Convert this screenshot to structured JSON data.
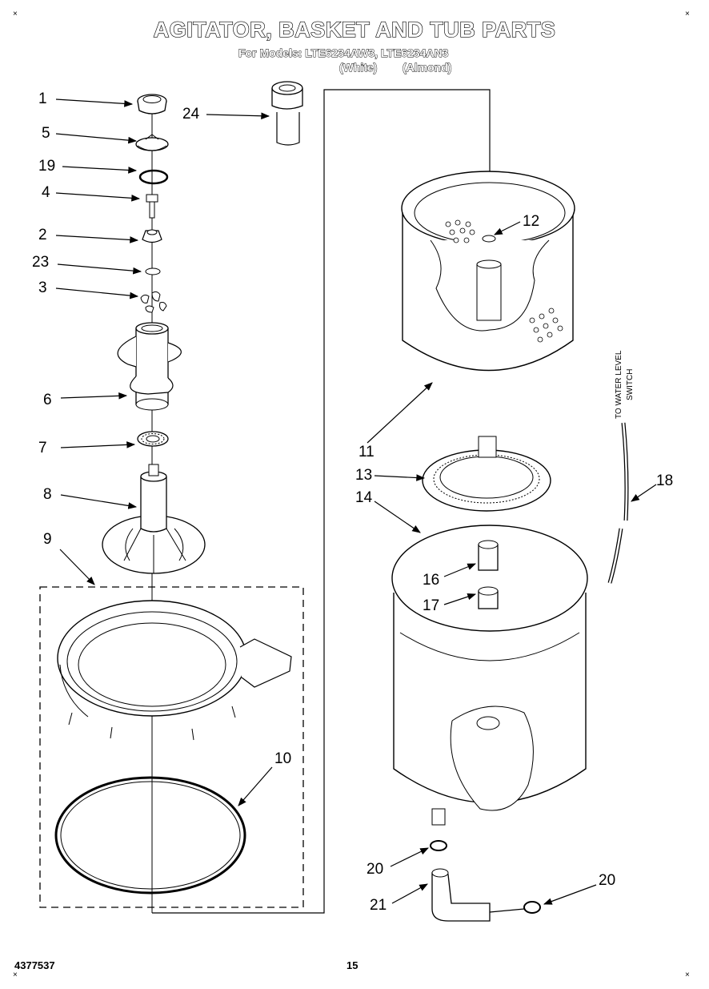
{
  "header": {
    "title": "AGITATOR, BASKET AND TUB PARTS",
    "models_line": "For Models: LTE6234AW3, LTE6234AN3",
    "color_white": "(White)",
    "color_almond": "(Almond)"
  },
  "side_note": {
    "line1": "TO WATER LEVEL",
    "line2": "SWITCH"
  },
  "callouts": {
    "c1": "1",
    "c5": "5",
    "c19": "19",
    "c4": "4",
    "c2": "2",
    "c23": "23",
    "c3": "3",
    "c6": "6",
    "c7": "7",
    "c8": "8",
    "c9": "9",
    "c10": "10",
    "c24": "24",
    "c12": "12",
    "c11": "11",
    "c13": "13",
    "c14": "14",
    "c16": "16",
    "c17": "17",
    "c18": "18",
    "c20a": "20",
    "c20b": "20",
    "c21": "21"
  },
  "footer": {
    "doc_number": "4377537",
    "page_number": "15"
  },
  "corner_marks": {
    "symbol": "×"
  }
}
